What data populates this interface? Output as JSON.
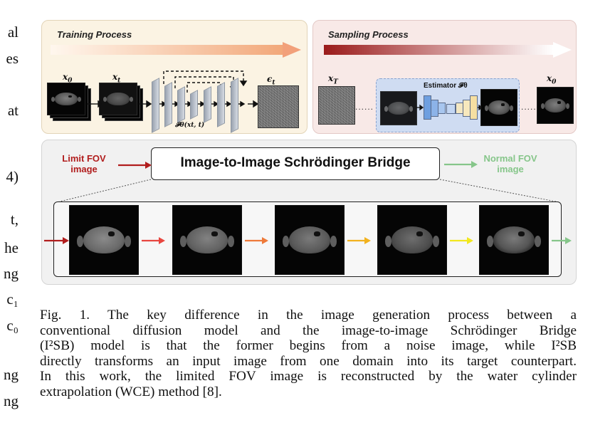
{
  "left_column_fragments": [
    "al",
    "es",
    "at",
    "4)",
    "t,",
    "he",
    "ng",
    "c₁",
    "c₀",
    "ng",
    "ng"
  ],
  "training": {
    "title": "Training Process",
    "x0": "x",
    "x0_sub": "0",
    "xt": "x",
    "xt_sub": "t",
    "eps": "ϵ",
    "eps_sub": "t",
    "net_label": "𝓕θ(xt, t)"
  },
  "sampling": {
    "title": "Sampling Process",
    "xT": "x",
    "xT_sub": "T",
    "x0": "x",
    "x0_sub": "0",
    "estimator_label": "Estimator 𝓕θ",
    "dots": "......"
  },
  "bridge": {
    "title": "Image-to-Image Schrödinger Bridge",
    "input_label_line1": "Limit FOV",
    "input_label_line2": "image",
    "output_label_line1": "Normal FOV",
    "output_label_line2": "image"
  },
  "colors": {
    "limit_red": "#b11d1d",
    "normal_green": "#86c68a",
    "seq_arrows": [
      "#b11d1d",
      "#e8463f",
      "#ee7a3a",
      "#f2b21e",
      "#f2e81e",
      "#86c68a"
    ]
  },
  "caption_lines": [
    "Fig. 1.   The key difference in the image generation process between a",
    "conventional diffusion model and the image-to-image Schrödinger Bridge",
    "(I²SB) model is that the former begins from a noise image, while I²SB",
    "directly transforms an input image from one domain into its target counterpart.",
    "In this work, the limited FOV image is reconstructed by the water cylinder",
    "extrapolation (WCE) method [8]."
  ]
}
